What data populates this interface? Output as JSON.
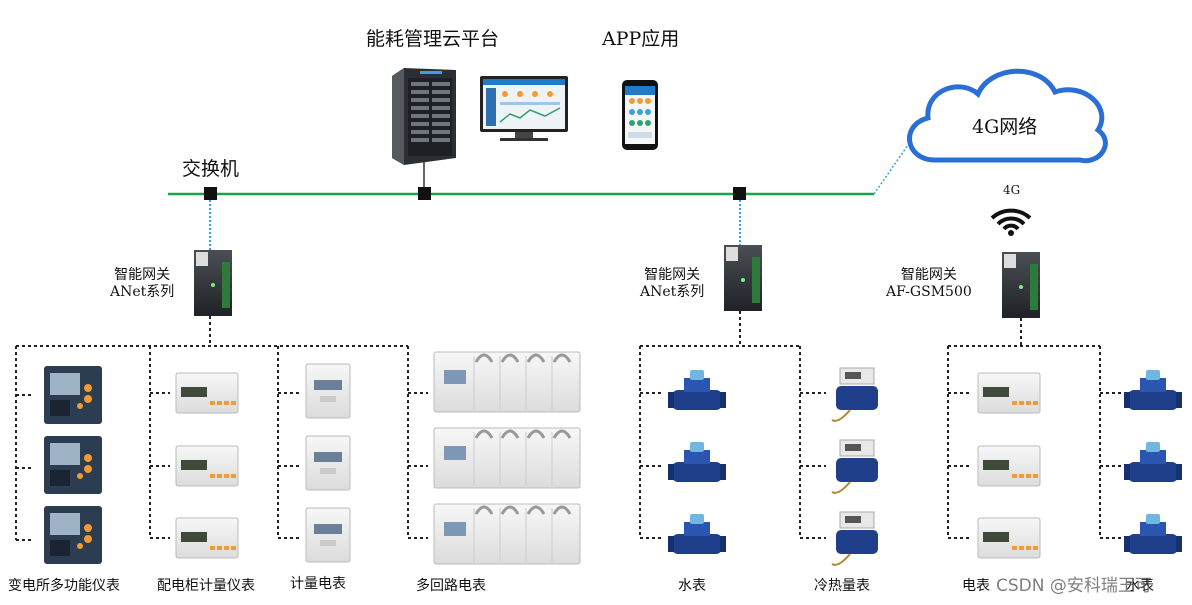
{
  "top": {
    "platform_label": "能耗管理云平台",
    "app_label": "APP应用",
    "switch_label": "交换机",
    "network_label": "4G网络",
    "wifi_label": "4G"
  },
  "gateways": [
    {
      "line1": "智能网关",
      "line2": "ANet系列"
    },
    {
      "line1": "智能网关",
      "line2": "ANet系列"
    },
    {
      "line1": "智能网关",
      "line2": "AF-GSM500"
    }
  ],
  "bottom_labels": [
    "变电所多功能仪表",
    "配电柜计量仪表",
    "计量电表",
    "多回路电表",
    "水表",
    "冷热量表",
    "电表",
    "水表"
  ],
  "watermark": "CSDN @安科瑞王可",
  "colors": {
    "bus": "#1aa34a",
    "link": "#3aa0e0",
    "cloud": "#2a6fd6"
  }
}
